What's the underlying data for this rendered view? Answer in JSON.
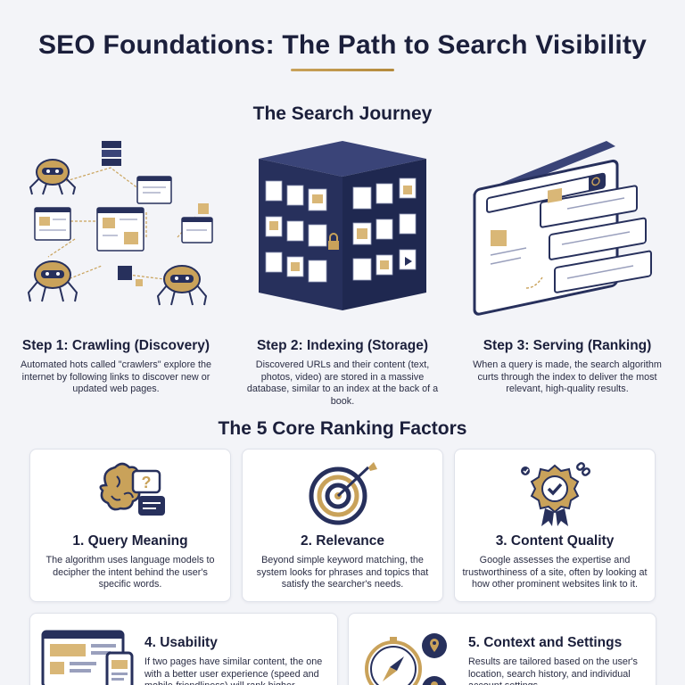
{
  "header": {
    "title": "SEO Foundations: The Path to Search Visibility"
  },
  "journey": {
    "title": "The Search Journey",
    "steps": [
      {
        "title": "Step 1: Crawling (Discovery)",
        "description": "Automated hots called \"crawlers\" explore the internet by following links to discover new or updated web pages."
      },
      {
        "title": "Step 2: Indexing (Storage)",
        "description": "Discovered URLs and their content (text, photos, video) are stored in a massive database, similar to an index at the back of a book."
      },
      {
        "title": "Step 3: Serving (Ranking)",
        "description": "When a query is made, the search algorithm curts through the index to deliver the most relevant, high-quality results."
      }
    ]
  },
  "factors": {
    "title": "The 5 Core Ranking Factors",
    "items": [
      {
        "title": "1. Query Meaning",
        "description": "The algorithm uses language models to decipher the intent behind the user's specific words.",
        "icon": "brain-question-icon"
      },
      {
        "title": "2. Relevance",
        "description": "Beyond simple keyword matching, the system looks for phrases and topics that satisfy the searcher's needs.",
        "icon": "target-arrow-icon"
      },
      {
        "title": "3. Content Quality",
        "description": "Google assesses the expertise and trustworthiness of a site, often by looking at how other prominent websites link to it.",
        "icon": "award-badge-icon"
      },
      {
        "title": "4. Usability",
        "description": "If two pages have similar content, the one with a better user experience (speed and mobile-friendliness) will rank higher.",
        "icon": "devices-icon"
      },
      {
        "title": "5. Context and Settings",
        "description": "Results are tailored based on the user's location, search history, and individual account settings.",
        "icon": "compass-location-icon"
      }
    ]
  },
  "colors": {
    "navy": "#27305c",
    "gold": "#c9a25a",
    "background": "#f3f4f8"
  }
}
